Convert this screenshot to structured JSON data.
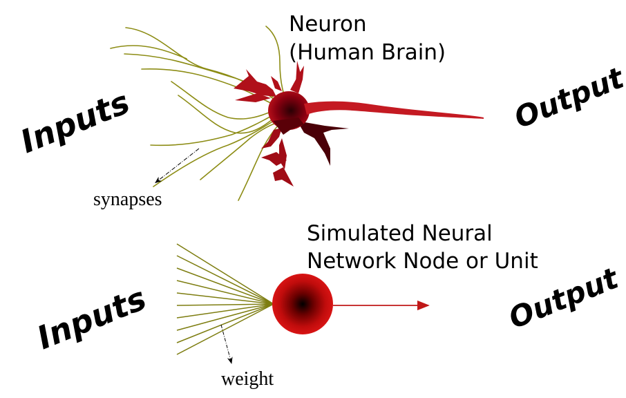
{
  "biological": {
    "title_line1": "Neuron",
    "title_line2": "(Human Brain)",
    "inputs_label": "Inputs",
    "output_label": "Output",
    "synapses_label": "synapses"
  },
  "artificial": {
    "title_line1": "Simulated Neural",
    "title_line2": "Network Node or Unit",
    "inputs_label": "Inputs",
    "output_label": "Output",
    "weight_label": "weight"
  },
  "colors": {
    "dendrite": "#8c8c14",
    "neuron_body": "#a00010",
    "neuron_dark": "#3a0006",
    "axon": "#c41a22",
    "input_line": "#7d7d10",
    "node_outer": "#d01010",
    "node_center": "#000000",
    "output_arrow": "#c01818",
    "pointer": "#000000"
  }
}
